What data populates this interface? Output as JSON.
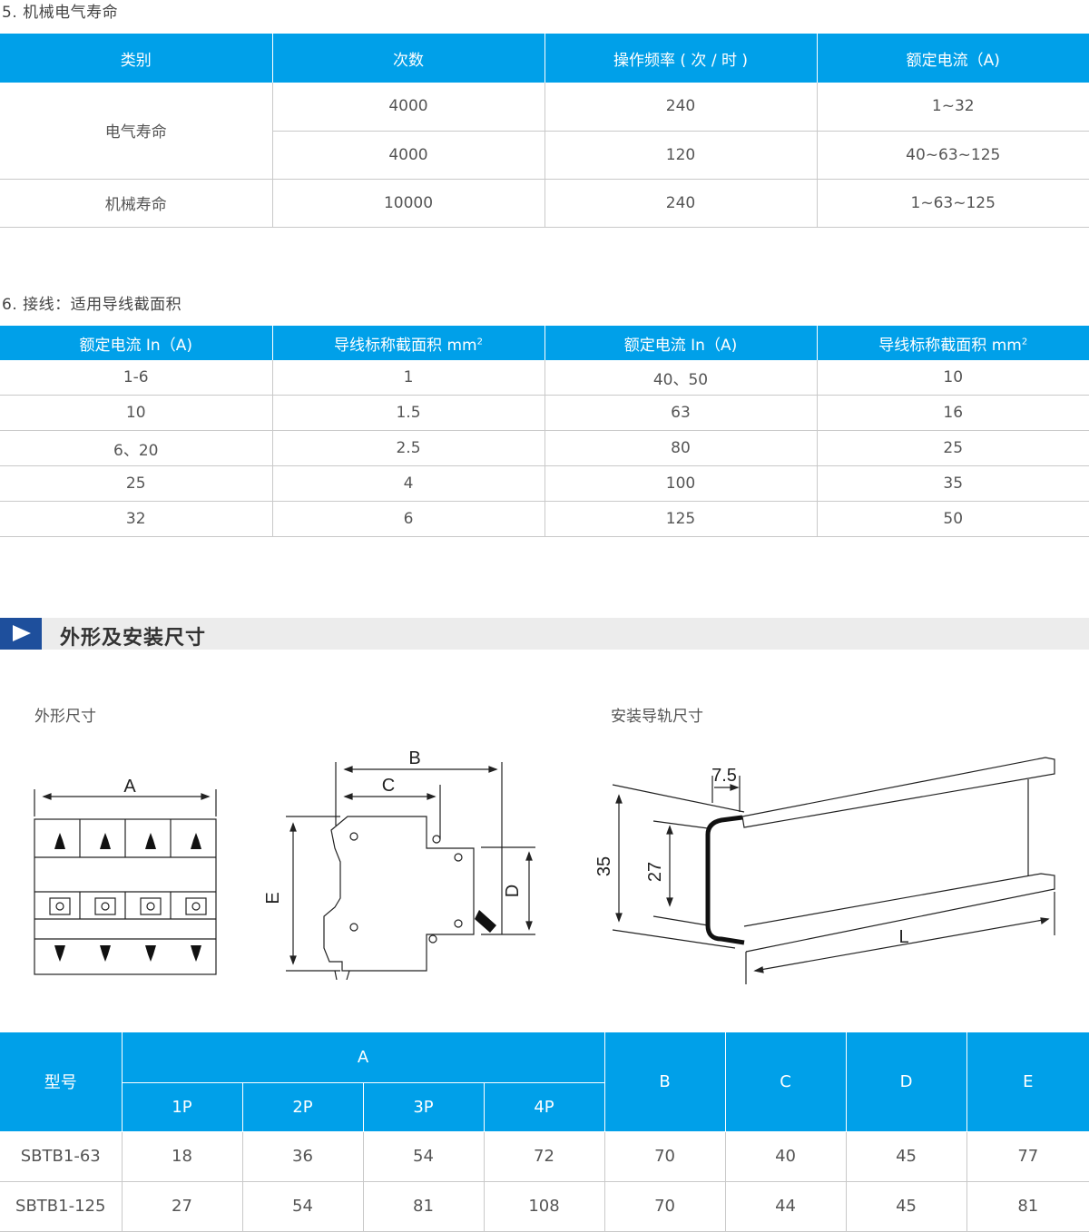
{
  "section5": {
    "title": "5. 机械电气寿命",
    "headers": [
      "类别",
      "次数",
      "操作频率 ( 次 / 时 )",
      "额定电流（A)"
    ],
    "groups": [
      {
        "category": "电气寿命",
        "rows": [
          {
            "count": "4000",
            "freq": "240",
            "current": "1~32"
          },
          {
            "count": "4000",
            "freq": "120",
            "current": "40~63~125"
          }
        ]
      },
      {
        "category": "机械寿命",
        "rows": [
          {
            "count": "10000",
            "freq": "240",
            "current": "1~63~125"
          }
        ]
      }
    ]
  },
  "section6": {
    "title": "6. 接线：适用导线截面积",
    "headers": [
      "额定电流 In（A)",
      "导线标称截面积 mm",
      "额定电流 In（A)",
      "导线标称截面积 mm"
    ],
    "header_sup": "2",
    "rows": [
      [
        "1-6",
        "1",
        "40、50",
        "10"
      ],
      [
        "10",
        "1.5",
        "63",
        "16"
      ],
      [
        "6、20",
        "2.5",
        "80",
        "25"
      ],
      [
        "25",
        "4",
        "100",
        "35"
      ],
      [
        "32",
        "6",
        "125",
        "50"
      ]
    ]
  },
  "banner": {
    "title": "外形及安装尺寸"
  },
  "figures": {
    "outline_label": "外形尺寸",
    "rail_label": "安装导轨尺寸",
    "dim_A": "A",
    "dim_B": "B",
    "dim_C": "C",
    "dim_D": "D",
    "dim_E": "E",
    "rail_7_5": "7.5",
    "rail_35": "35",
    "rail_27": "27",
    "rail_L": "L"
  },
  "dimensions": {
    "header_model": "型号",
    "header_A": "A",
    "sub_headers": [
      "1P",
      "2P",
      "3P",
      "4P"
    ],
    "headers_right": [
      "B",
      "C",
      "D",
      "E"
    ],
    "rows": [
      {
        "model": "SBTB1-63",
        "values": [
          "18",
          "36",
          "54",
          "72",
          "70",
          "40",
          "45",
          "77"
        ]
      },
      {
        "model": "SBTB1-125",
        "values": [
          "27",
          "54",
          "81",
          "108",
          "70",
          "44",
          "45",
          "81"
        ]
      }
    ]
  },
  "colors": {
    "header_blue": "#00a0e9",
    "banner_blue": "#1e4f9c",
    "banner_gray": "#ececec"
  }
}
